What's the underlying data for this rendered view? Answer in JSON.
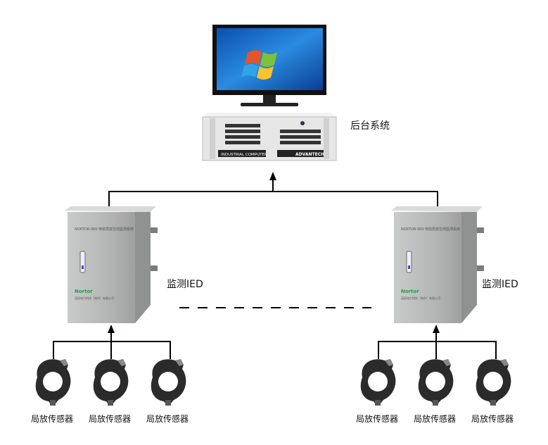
{
  "backend": {
    "label": "后台系统",
    "case_text_left": "INDUSTRIAL COMPUTER",
    "case_text_right": "ADVANTECH"
  },
  "ied": [
    {
      "label": "监测IED",
      "brand": "Nortor"
    },
    {
      "label": "监测IED",
      "brand": "Nortor"
    }
  ],
  "sensors": {
    "label": "局放传感器"
  },
  "colors": {
    "line": "#000000",
    "screen": "#1a6fd0",
    "case": "#e8e8e8",
    "cabinet": "#b9bcbb",
    "sensor": "#2a2a2a"
  }
}
